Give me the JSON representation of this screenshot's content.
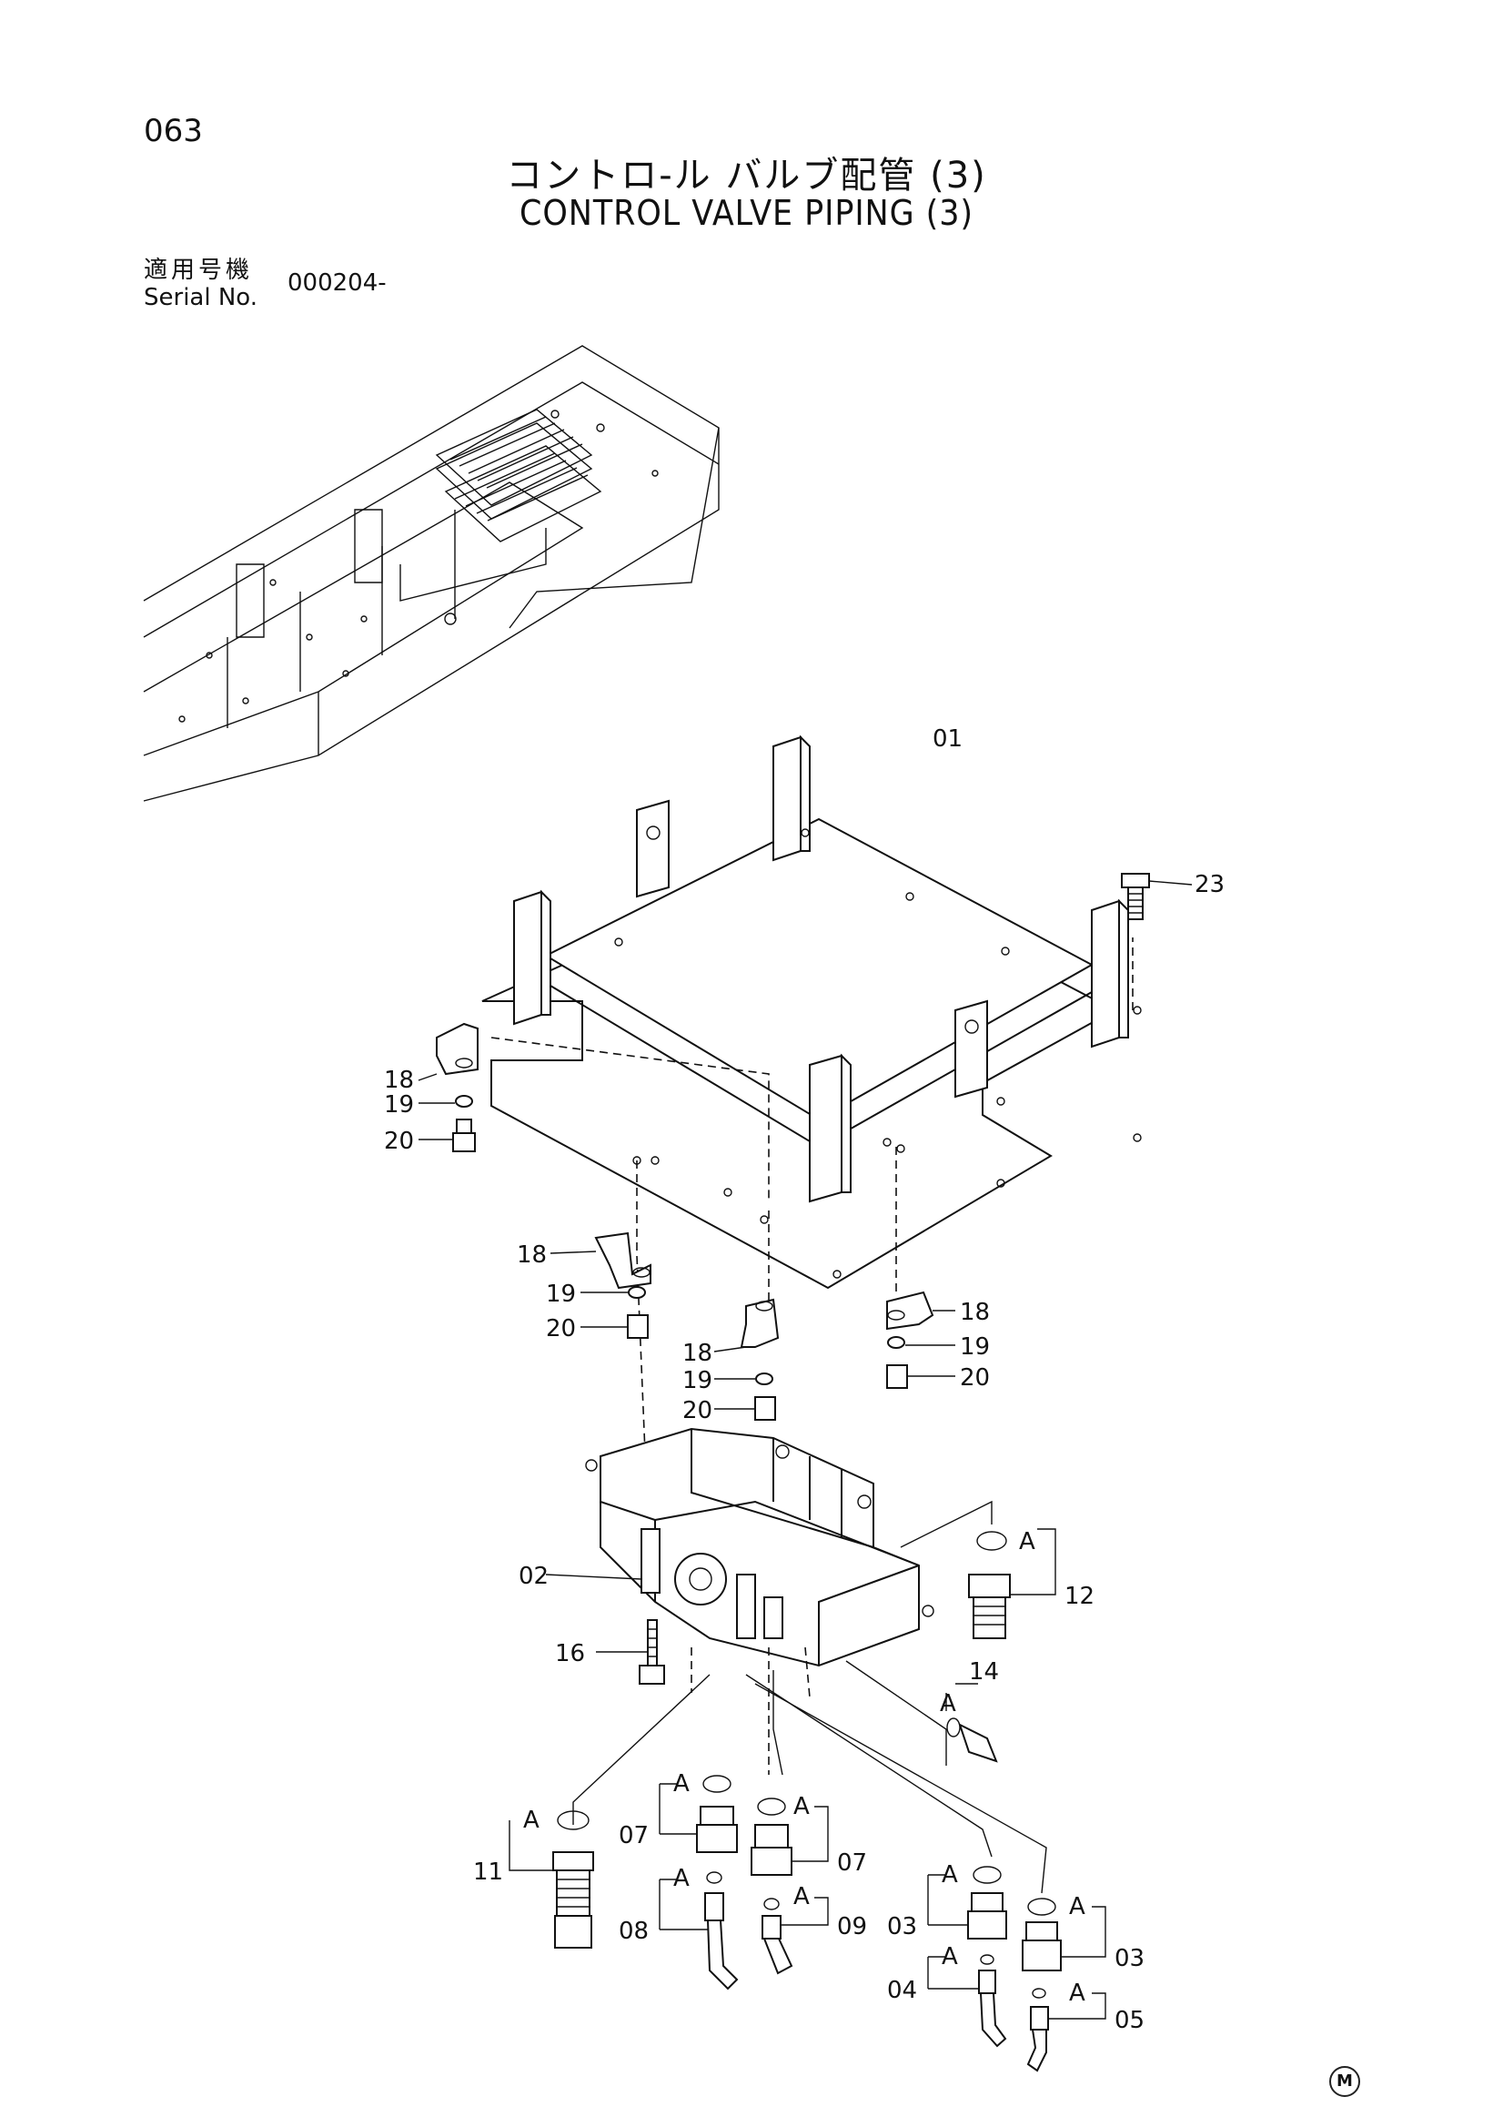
{
  "page_number": "063",
  "title_jp": "コントロ-ル バルブ配管 (3)",
  "title_en": "CONTROL VALVE PIPING (3)",
  "serial": {
    "label_jp": "適用号機",
    "label_en": "Serial No.",
    "value": "000204-"
  },
  "callouts": {
    "c01": "01",
    "c23": "23",
    "c18a": "18",
    "c19a": "19",
    "c20a": "20",
    "c18b": "18",
    "c19b": "19",
    "c20b": "20",
    "c18c": "18",
    "c19c": "19",
    "c20c": "20",
    "c18d": "18",
    "c19d": "19",
    "c20d": "20",
    "c02": "02",
    "c16": "16",
    "c12": "12",
    "c14": "14",
    "c11": "11",
    "c07a": "07",
    "c07b": "07",
    "c08": "08",
    "c09": "09",
    "c03a": "03",
    "c03b": "03",
    "c04": "04",
    "c05": "05"
  },
  "oring_marks": {
    "a12": "A",
    "a14": "A",
    "a11": "A",
    "a07a": "A",
    "a07b": "A",
    "a08": "A",
    "a09": "A",
    "a03a": "A",
    "a03b": "A",
    "a04": "A",
    "a05": "A"
  },
  "logo_mark": "M"
}
